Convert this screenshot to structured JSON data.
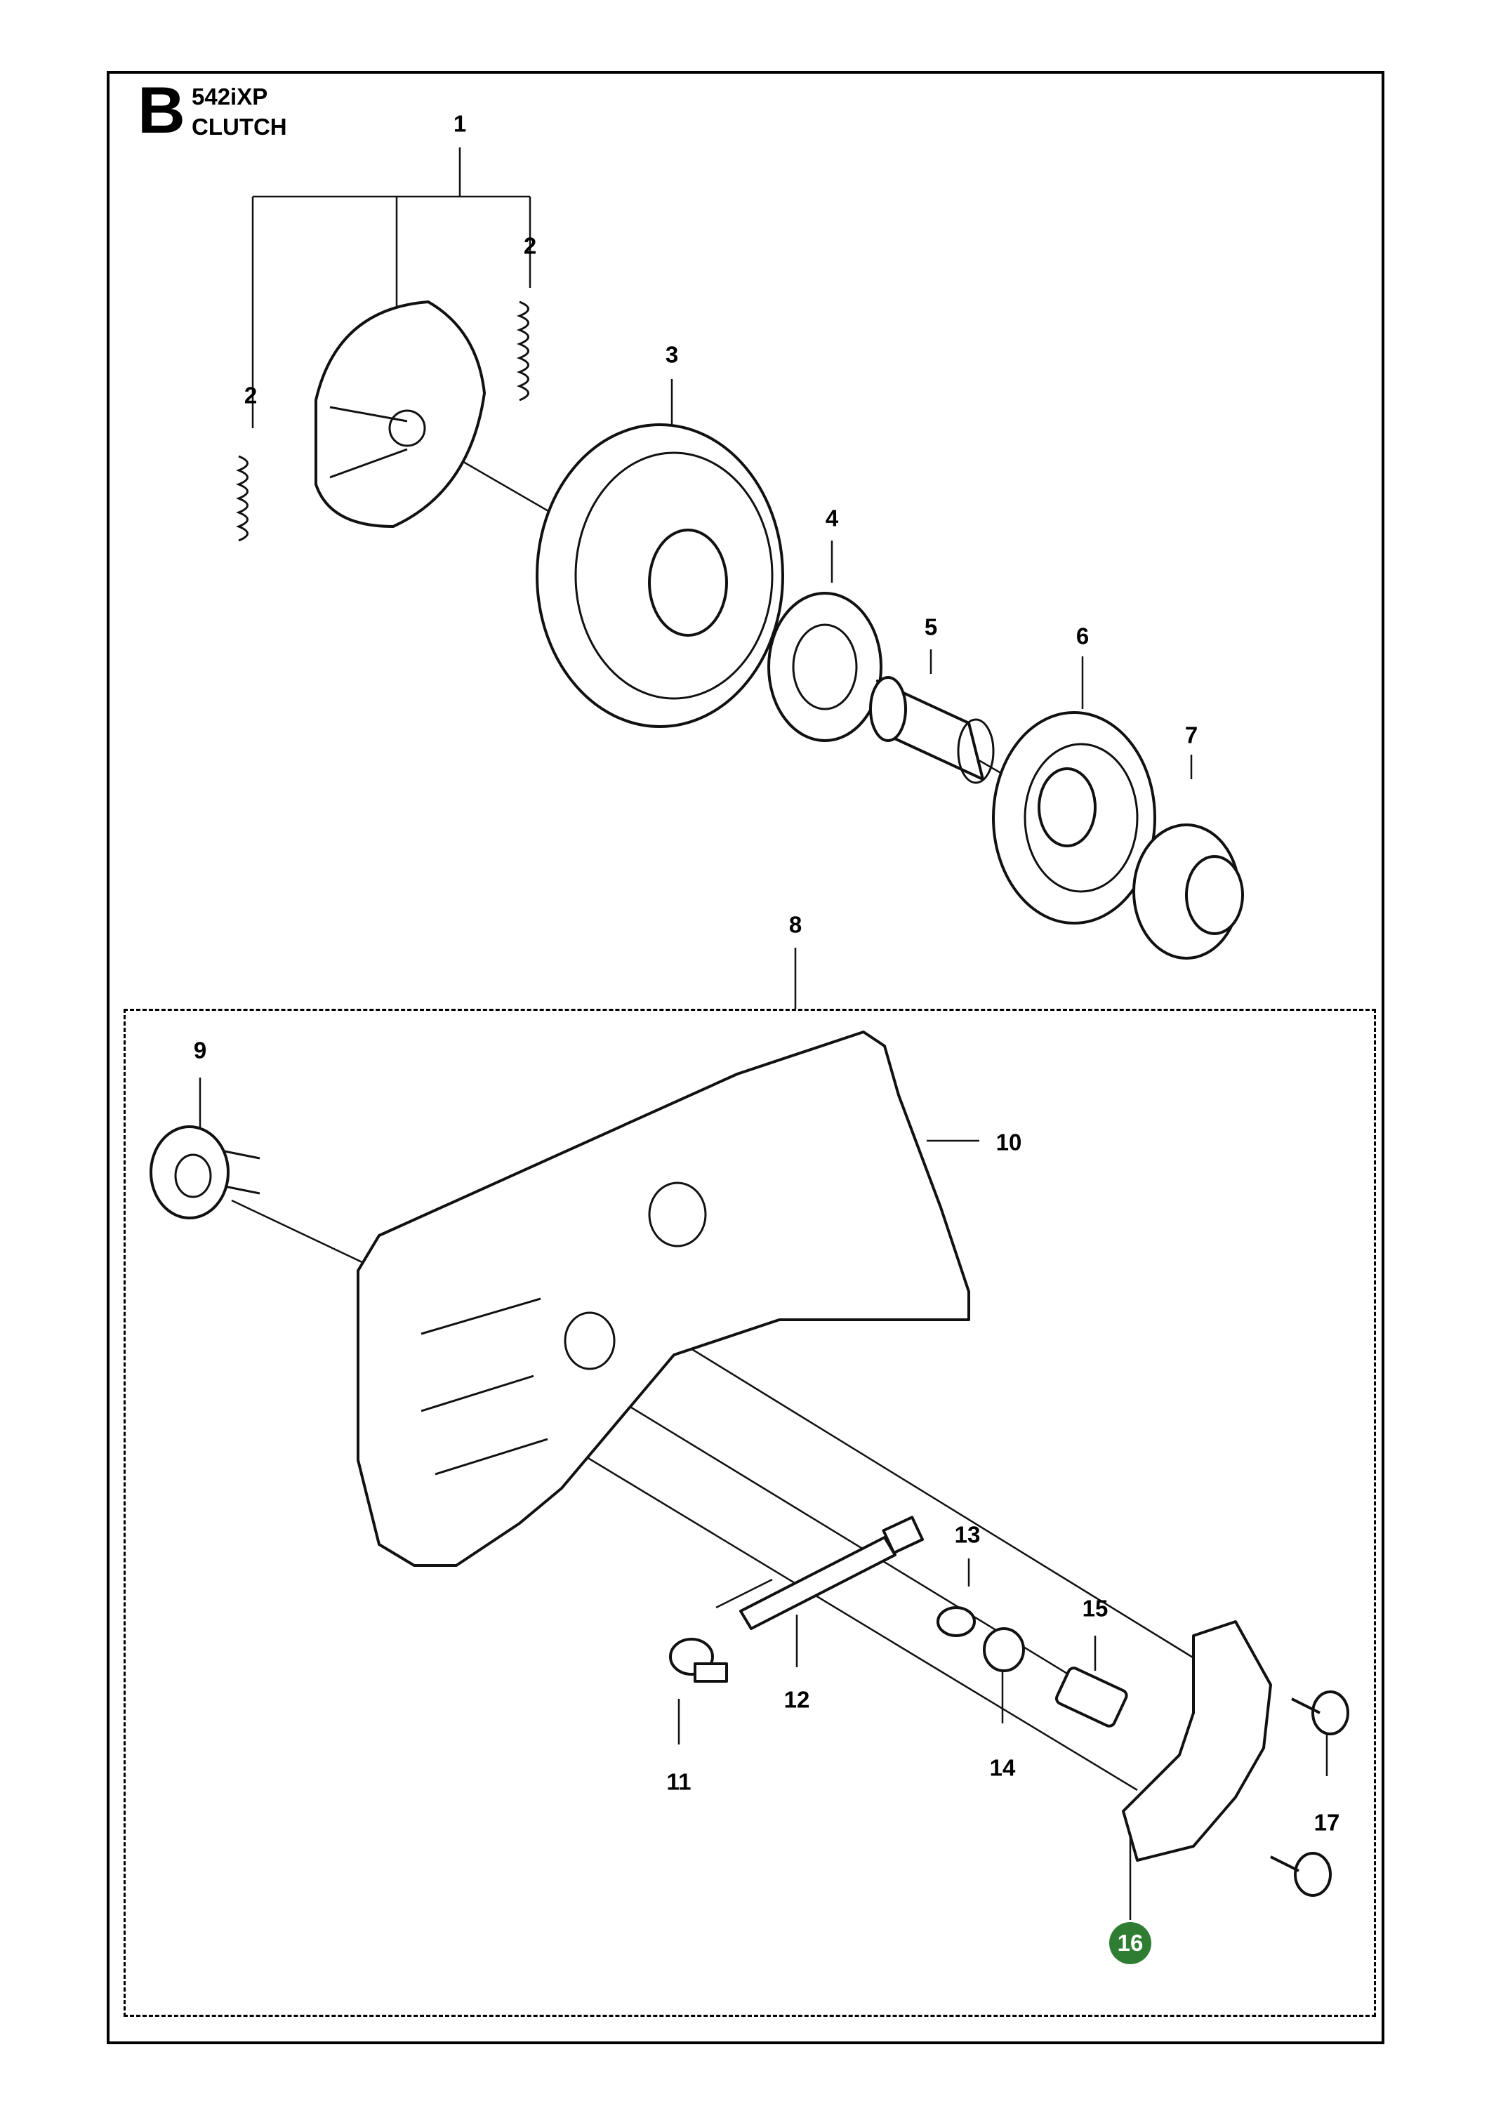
{
  "header": {
    "section_letter": "B",
    "model": "542iXP",
    "title": "CLUTCH"
  },
  "callouts": [
    {
      "id": "1",
      "label": "1"
    },
    {
      "id": "2a",
      "label": "2"
    },
    {
      "id": "2b",
      "label": "2"
    },
    {
      "id": "3",
      "label": "3"
    },
    {
      "id": "4",
      "label": "4"
    },
    {
      "id": "5",
      "label": "5"
    },
    {
      "id": "6",
      "label": "6"
    },
    {
      "id": "7",
      "label": "7"
    },
    {
      "id": "8",
      "label": "8"
    },
    {
      "id": "9",
      "label": "9"
    },
    {
      "id": "10",
      "label": "10"
    },
    {
      "id": "11",
      "label": "11"
    },
    {
      "id": "12",
      "label": "12"
    },
    {
      "id": "13",
      "label": "13"
    },
    {
      "id": "14",
      "label": "14"
    },
    {
      "id": "15",
      "label": "15"
    },
    {
      "id": "17",
      "label": "17"
    }
  ],
  "highlighted_callout": {
    "label": "16",
    "color": "#2e7d32"
  },
  "colors": {
    "line": "#000000",
    "highlight": "#2e7d32",
    "background": "#ffffff"
  }
}
